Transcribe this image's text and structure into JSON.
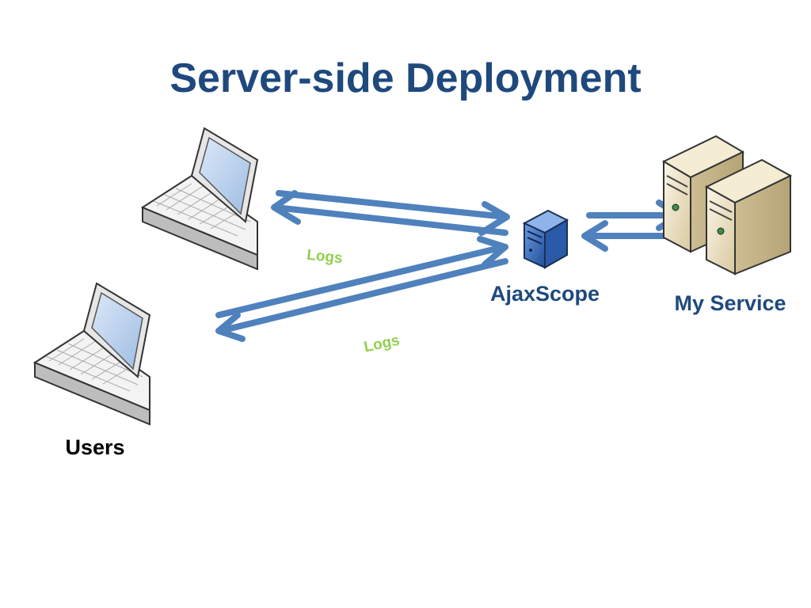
{
  "slide": {
    "title": "Server-side Deployment"
  },
  "nodes": {
    "users": {
      "label": "Users",
      "icon": "laptop-icon"
    },
    "proxy": {
      "label": "AjaxScope",
      "icon": "server-icon"
    },
    "service": {
      "label": "My Service",
      "icon": "server-pair-icon"
    }
  },
  "edges": {
    "top_logs": "Logs",
    "bottom_logs": "Logs"
  },
  "colors": {
    "title": "#1F497D",
    "node_label": "#1F497D",
    "arrow": "#4F81BD",
    "logs": "#92D050",
    "users_label": "#000000"
  }
}
